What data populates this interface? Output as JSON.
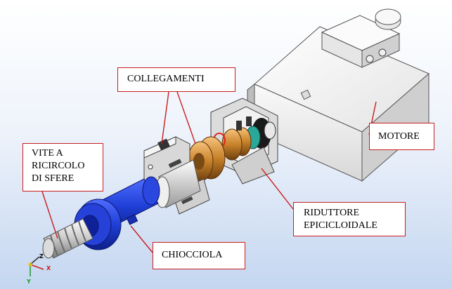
{
  "labels": {
    "collegamenti": "COLLEGAMENTI",
    "vite": "VITE A\nRICIRCOLO\nDI SFERE",
    "motore": "MOTORE",
    "riduttore": "RIDUTTORE\nEPICICLOIDALE",
    "chiocciola": "CHIOCCIOLA"
  },
  "axes": {
    "z": "Z",
    "x": "X",
    "y": "Y"
  },
  "colors": {
    "callout": "#c81e1e",
    "nut": "#1f3fd6",
    "coupling": "#c8822a",
    "motor": "#f2f2f2"
  }
}
